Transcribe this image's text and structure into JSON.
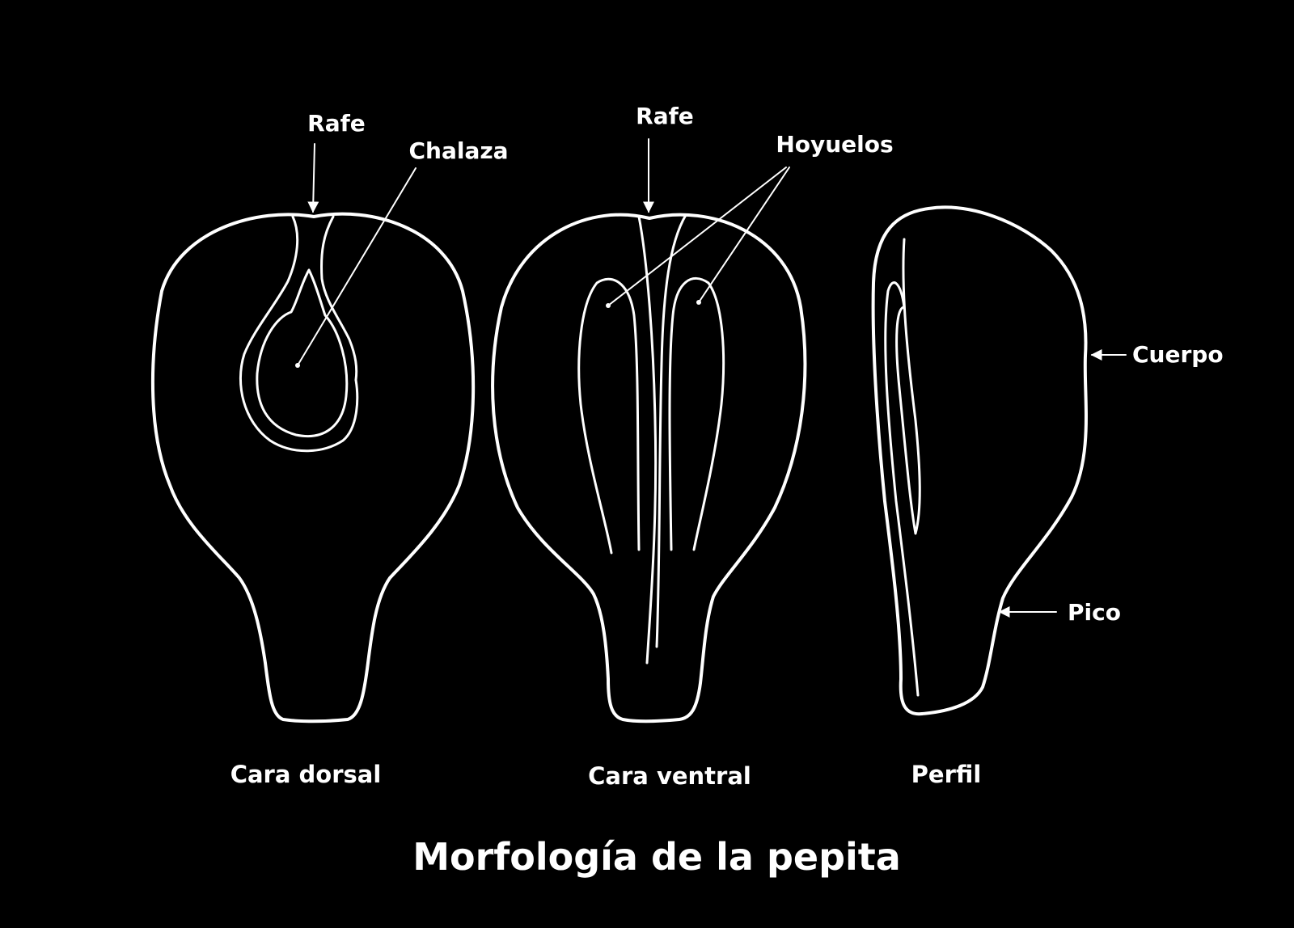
{
  "title": "Morfología de la pepita",
  "colors": {
    "background": "#000000",
    "line": "#ffffff",
    "text": "#ffffff"
  },
  "views": {
    "dorsal": {
      "caption": "Cara dorsal",
      "labels": {
        "rafe": "Rafe",
        "chalaza": "Chalaza"
      }
    },
    "ventral": {
      "caption": "Cara ventral",
      "labels": {
        "rafe": "Rafe",
        "hoyuelos": "Hoyuelos"
      }
    },
    "profile": {
      "caption": "Perfil",
      "labels": {
        "cuerpo": "Cuerpo",
        "pico": "Pico"
      }
    }
  }
}
